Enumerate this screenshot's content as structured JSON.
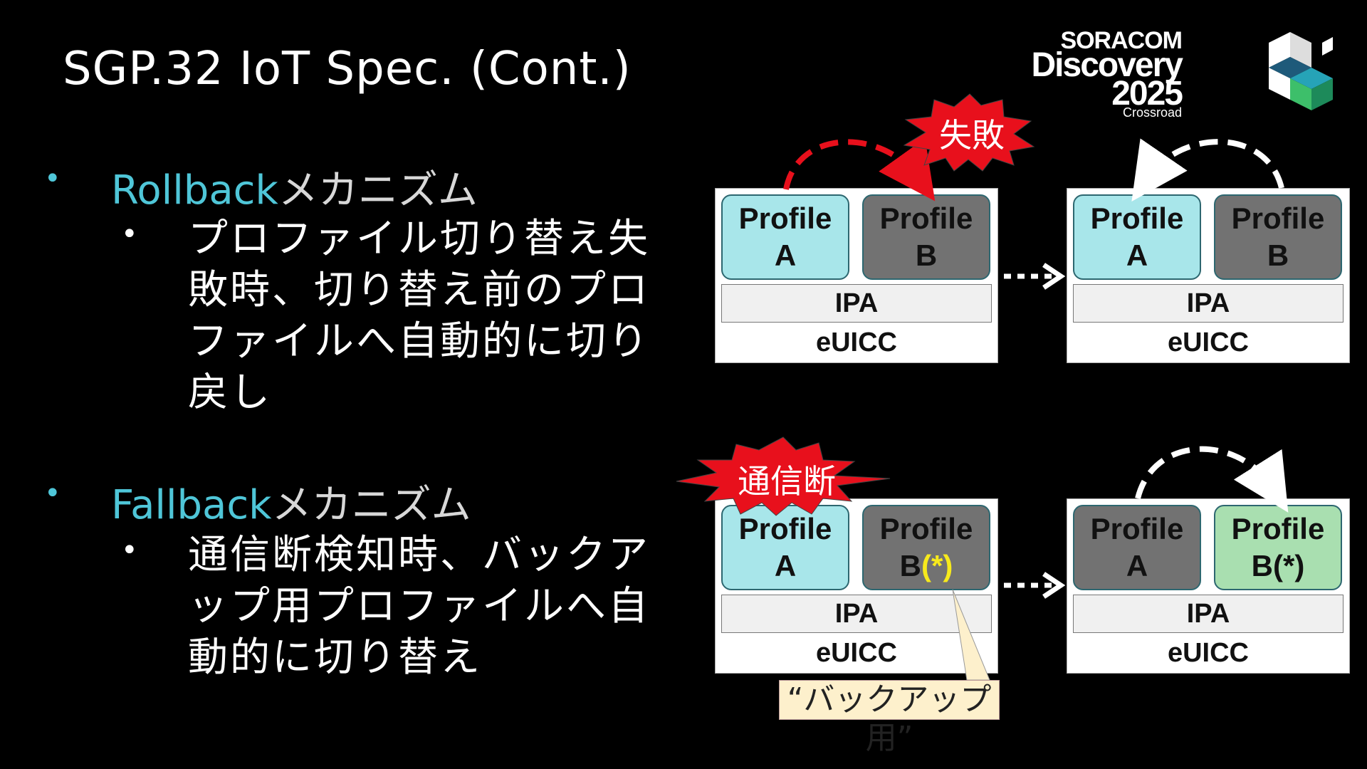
{
  "title": "SGP.32 IoT Spec. (Cont.)",
  "logo": {
    "line1": "SORACOM",
    "line2": "Discovery",
    "line3": "2025",
    "line4": "Crossroad"
  },
  "bullets": [
    {
      "head": "Rollback",
      "tail": "メカニズム",
      "sub": "プロファイル切り替え失敗時、切り替え前のプロファイルへ自動的に切り戻し"
    },
    {
      "head": "Fallback",
      "tail": "メカニズム",
      "sub": "通信断検知時、バックアップ用プロファイルへ自動的に切り替え"
    }
  ],
  "diagram": {
    "profile_word": "Profile",
    "ipa": "IPA",
    "euicc": "eUICC",
    "a": "A",
    "b": "B",
    "b_star_pre": "B",
    "b_star": "(*)",
    "burst_fail": "失敗",
    "burst_cut": "通信断",
    "callout": "“バックアップ用”"
  },
  "colors": {
    "accent": "#4fc6d8",
    "burst": "#e8101c",
    "cyan": "#a8e6ea",
    "gray": "#727272",
    "green": "#a9dfb0",
    "callout": "#fdf0cc"
  }
}
